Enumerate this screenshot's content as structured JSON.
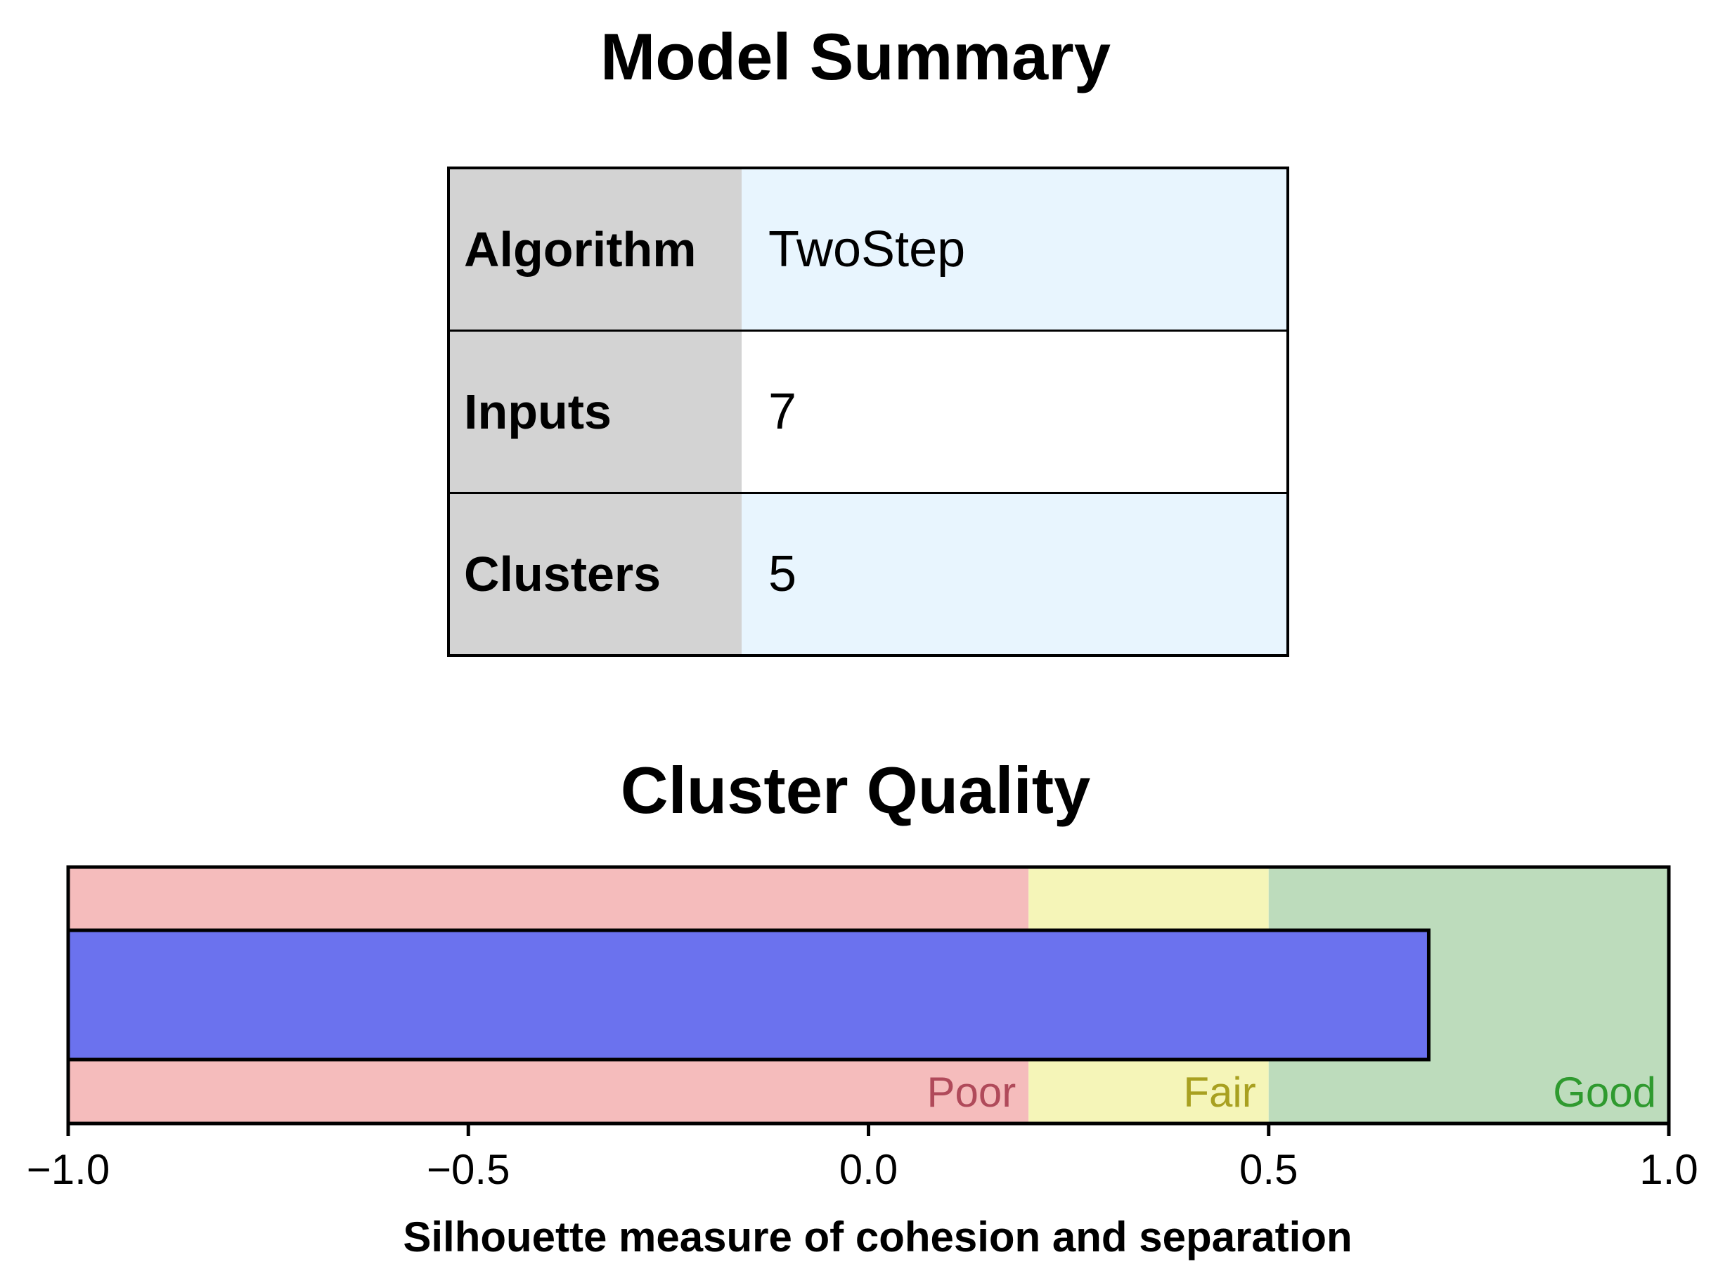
{
  "model_summary": {
    "title": "Model Summary",
    "rows": [
      {
        "label": "Algorithm",
        "value": "TwoStep"
      },
      {
        "label": "Inputs",
        "value": "7"
      },
      {
        "label": "Clusters",
        "value": "5"
      }
    ]
  },
  "chart_data": {
    "type": "bar",
    "orientation": "horizontal",
    "title": "Cluster Quality",
    "xlabel": "Silhouette measure of cohesion and separation",
    "ylabel": "",
    "xlim": [
      -1.0,
      1.0
    ],
    "ticks": [
      -1.0,
      -0.5,
      0.0,
      0.5,
      1.0
    ],
    "tick_labels": [
      "−1.0",
      "−0.5",
      "0.0",
      "0.5",
      "1.0"
    ],
    "value": 0.7,
    "bar_color": "#6b72ee",
    "bands": [
      {
        "label": "Poor",
        "from": -1.0,
        "to": 0.2,
        "color": "#f5bcbc",
        "text_color": "#b04a5a"
      },
      {
        "label": "Fair",
        "from": 0.2,
        "to": 0.5,
        "color": "#f5f5b8",
        "text_color": "#a8a020"
      },
      {
        "label": "Good",
        "from": 0.5,
        "to": 1.0,
        "color": "#bddcbc",
        "text_color": "#2f9a2f"
      }
    ]
  }
}
